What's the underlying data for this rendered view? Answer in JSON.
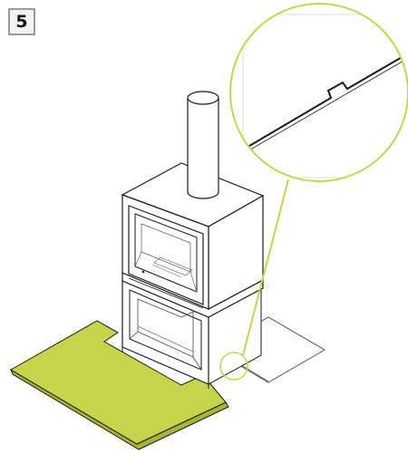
{
  "step": {
    "number": "5"
  },
  "colors": {
    "accent_green": "#c8d44a",
    "accent_green_fill": "#c5d44b",
    "line": "#1a1a1a",
    "light_line": "#8c8c8c",
    "badge_border": "#9a9a9a",
    "badge_fill": "#f2f2f2"
  },
  "figure": {
    "subject": "stove-on-floor-plate",
    "detail_callout": "floor-plate-notch-detail"
  }
}
